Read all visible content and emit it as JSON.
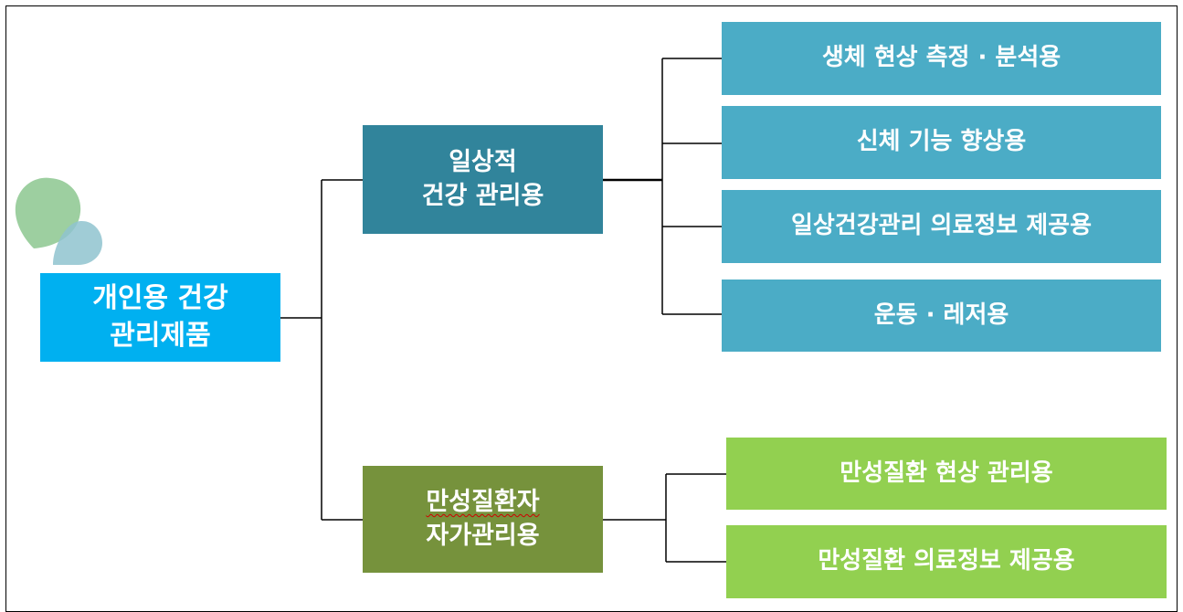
{
  "diagram": {
    "root": {
      "line1": "개인용 건강",
      "line2": "관리제품"
    },
    "categories": [
      {
        "line1": "일상적",
        "line2": "건강 관리용",
        "color": "#31849b",
        "children": [
          "생체 현상 측정 · 분석용",
          "신체 기능 향상용",
          "일상건강관리 의료정보 제공용",
          "운동 · 레저용"
        ],
        "child_color": "#4bacc6"
      },
      {
        "line1": "만성질환자",
        "line2": "자가관리용",
        "color": "#76923c",
        "children": [
          "만성질환 현상 관리용",
          "만성질환 의료정보 제공용"
        ],
        "child_color": "#92d050"
      }
    ],
    "root_color": "#00b0f0",
    "decor_colors": [
      "#9dcfa0",
      "#92c5d0"
    ]
  }
}
